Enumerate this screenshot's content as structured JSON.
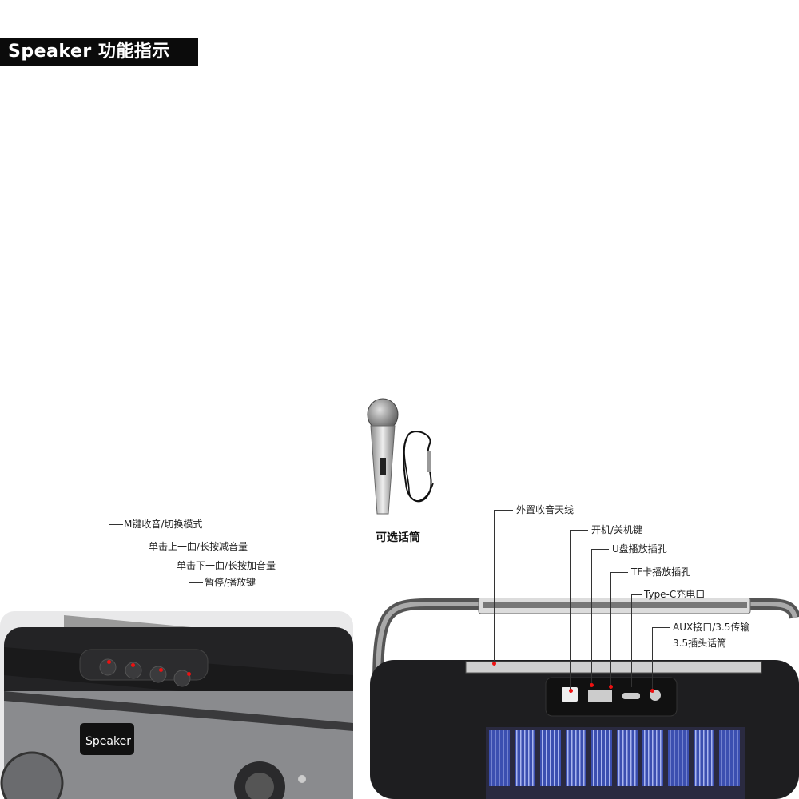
{
  "title": "Speaker 功能指示",
  "left_callouts": {
    "m_key": "M键收音/切换模式",
    "prev": "单击上一曲/长按减音量",
    "next": "单击下一曲/长按加音量",
    "play": "暂停/播放键"
  },
  "right_callouts": {
    "antenna": "外置收音天线",
    "power": "开机/关机键",
    "usb": "U盘播放插孔",
    "tf": "TF卡播放插孔",
    "typec": "Type-C充电口",
    "aux_line1": "AUX接口/3.5传输",
    "aux_line2": "3.5插头话筒"
  },
  "microphone": {
    "caption": "可选话筒"
  },
  "speaker_logo": "Speaker",
  "colors": {
    "accent_dot": "#e11111",
    "title_bg": "#0b0b0b",
    "solar_blue": "#3b4fb0"
  }
}
